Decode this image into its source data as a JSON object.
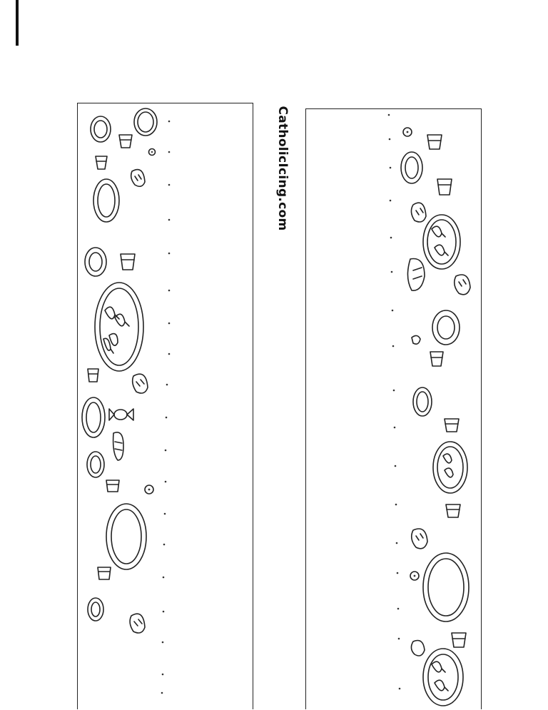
{
  "page": {
    "watermark": "CatholicIcing.com"
  },
  "colors": {
    "ink": "#222222",
    "paper": "#ffffff"
  },
  "panels": [
    {
      "name": "left-strip",
      "icons": [
        "plate-icon",
        "cup-icon",
        "bread-icon",
        "fish-platter-icon",
        "candy-icon",
        "coin-icon",
        "dotted-line-icon"
      ]
    },
    {
      "name": "right-strip",
      "icons": [
        "plate-icon",
        "cup-icon",
        "bread-icon",
        "fish-platter-icon",
        "coin-icon",
        "dotted-line-icon"
      ]
    }
  ]
}
